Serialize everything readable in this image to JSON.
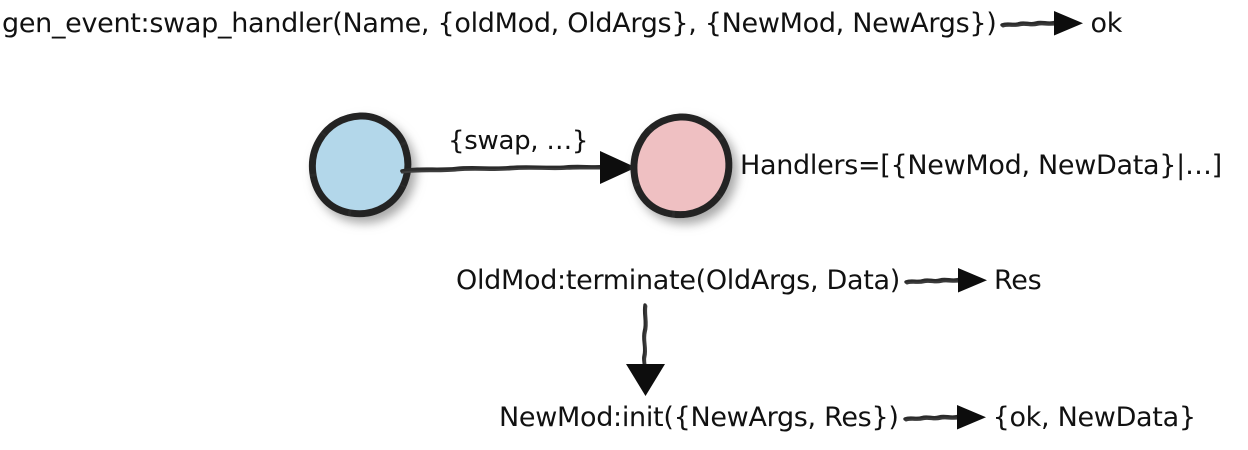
{
  "diagram": {
    "title_line": {
      "call": "gen_event:swap_handler(Name, {oldMod, OldArgs}, {NewMod, NewArgs})",
      "result": "ok"
    },
    "nodes": [
      {
        "id": "caller",
        "label": "",
        "color": "#b3d7ea",
        "stroke": "#2b2b2b"
      },
      {
        "id": "gen_event_process",
        "label": "",
        "color": "#efc0c2",
        "stroke": "#2b2b2b"
      }
    ],
    "edge": {
      "message": "{swap, …}",
      "from": "caller",
      "to": "gen_event_process"
    },
    "state_annotation": "Handlers=[{NewMod, NewData}|…]",
    "steps": [
      {
        "id": "terminate",
        "call_prefix": "OldMod:terminate(OldArgs, Data)",
        "result_plain": "",
        "result_highlight": "Res",
        "result_suffix": ""
      },
      {
        "id": "init",
        "call_prefix": "NewMod:init({NewArgs, ",
        "call_highlight": "Res",
        "call_suffix": "})",
        "result_plain": "{ok, NewData}"
      }
    ],
    "colors": {
      "ink": "#111111",
      "highlight_green": "#19994d",
      "node_blue": "#b3d7ea",
      "node_pink": "#efc0c2",
      "node_stroke": "#2b2b2b"
    }
  }
}
